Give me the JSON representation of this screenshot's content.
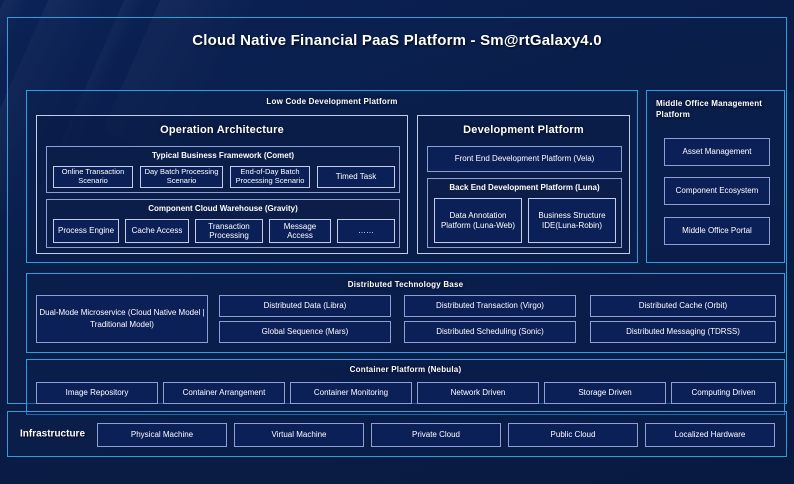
{
  "title": "Cloud Native Financial PaaS Platform - Sm@rtGalaxy4.0",
  "colors": {
    "accent_border": "#2b9fe0",
    "chip_border": "#c3cde9",
    "background": "#0a1e4d",
    "text": "#ffffff"
  },
  "low_code": {
    "title": "Low Code Development Platform",
    "operation": {
      "title": "Operation Architecture",
      "groups": [
        {
          "label": "Typical Business Framework (Comet)",
          "items": [
            "Online Transaction Scenario",
            "Day Batch Processing Scenario",
            "End-of-Day Batch Processing Scenario",
            "Timed Task"
          ]
        },
        {
          "label": "Component Cloud Warehouse (Gravity)",
          "items": [
            "Process Engine",
            "Cache Access",
            "Transaction Processing",
            "Message Access",
            "……"
          ]
        }
      ]
    },
    "development": {
      "title": "Development Platform",
      "front_end": "Front End Development Platform (Vela)",
      "back_end": {
        "label": "Back End Development Platform (Luna)",
        "items": [
          "Data Annotation Platform (Luna-Web)",
          "Business Structure IDE(Luna-Robin)"
        ]
      }
    }
  },
  "middle_office": {
    "title": "Middle Office Management Platform",
    "items": [
      "Asset Management",
      "Component Ecosystem",
      "Middle Office Portal"
    ]
  },
  "distributed": {
    "title": "Distributed Technology Base",
    "primary": "Dual-Mode Microservice (Cloud Native Model | Traditional Model)",
    "grid": [
      [
        "Distributed Data (Libra)",
        "Distributed Transaction (Virgo)",
        "Distributed Cache (Orbit)"
      ],
      [
        "Global Sequence (Mars)",
        "Distributed Scheduling (Sonic)",
        "Distributed Messaging (TDRSS)"
      ]
    ]
  },
  "container": {
    "title": "Container Platform (Nebula)",
    "items": [
      "Image Repository",
      "Container Arrangement",
      "Container Monitoring",
      "Network Driven",
      "Storage Driven",
      "Computing Driven"
    ]
  },
  "infrastructure": {
    "label": "Infrastructure",
    "items": [
      "Physical Machine",
      "Virtual Machine",
      "Private Cloud",
      "Public Cloud",
      "Localized Hardware"
    ]
  }
}
